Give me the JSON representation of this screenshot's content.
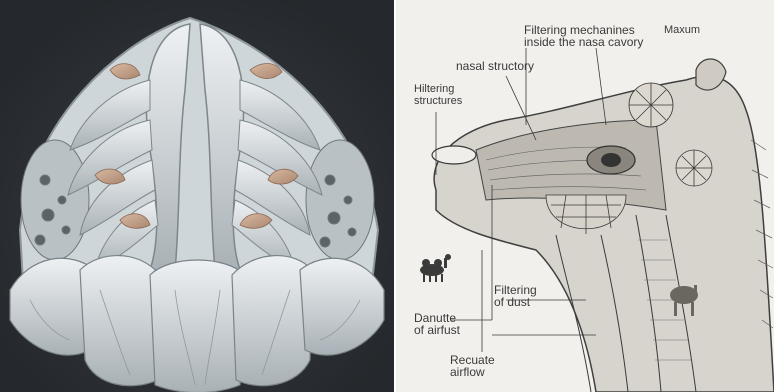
{
  "diagram": {
    "labels": {
      "filtering_mechanisms": "Filtering mechanines\ninside the nasa cavory",
      "maxum": "Maxum",
      "nasal_structory": "nasal structory",
      "filtering_structures": "Hiltering\nstructures",
      "filtering_of_dust": "Filtering\nof dust",
      "danutte": "Danutte\nof airfust",
      "recuate": "Recuate\nairflow"
    }
  },
  "colors": {
    "left_bg": "#2a2d31",
    "right_bg": "#f1f0ec",
    "lamella_light": "#e4e8ea",
    "lamella_shadow": "#9ea6ab",
    "lamella_tan": "#c9a891",
    "ink": "#3a3a3a"
  }
}
